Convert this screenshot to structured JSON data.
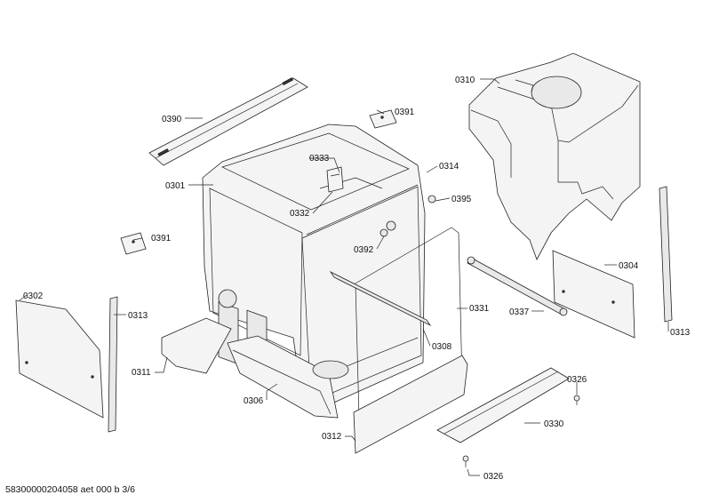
{
  "parts": [
    {
      "id": "p0310",
      "label": "0310"
    },
    {
      "id": "p0390",
      "label": "0390"
    },
    {
      "id": "p0391a",
      "label": "0391"
    },
    {
      "id": "p0333",
      "label": "0333"
    },
    {
      "id": "p0314",
      "label": "0314"
    },
    {
      "id": "p0301",
      "label": "0301"
    },
    {
      "id": "p0395",
      "label": "0395"
    },
    {
      "id": "p0332",
      "label": "0332"
    },
    {
      "id": "p0391b",
      "label": "0391"
    },
    {
      "id": "p0392",
      "label": "0392"
    },
    {
      "id": "p0304",
      "label": "0304"
    },
    {
      "id": "p0302",
      "label": "0302"
    },
    {
      "id": "p0313a",
      "label": "0313"
    },
    {
      "id": "p0331",
      "label": "0331"
    },
    {
      "id": "p0337",
      "label": "0337"
    },
    {
      "id": "p0313b",
      "label": "0313"
    },
    {
      "id": "p0308",
      "label": "0308"
    },
    {
      "id": "p0311",
      "label": "0311"
    },
    {
      "id": "p0306",
      "label": "0306"
    },
    {
      "id": "p0326a",
      "label": "0326"
    },
    {
      "id": "p0330",
      "label": "0330"
    },
    {
      "id": "p0312",
      "label": "0312"
    },
    {
      "id": "p0326b",
      "label": "0326"
    }
  ],
  "footer": "58300000204058 aet 000 b 3/6"
}
